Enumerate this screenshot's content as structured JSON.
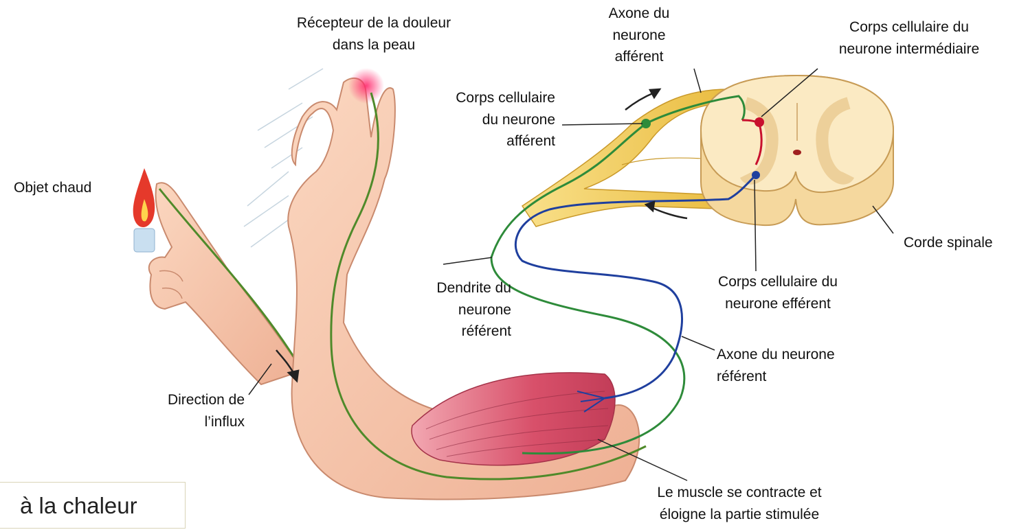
{
  "labels": {
    "pain_receptor": [
      "Récepteur de la douleur",
      "dans la peau"
    ],
    "afferent_axon": [
      "Axone du",
      "neurone",
      "afférent"
    ],
    "interneuron_body": [
      "Corps cellulaire du",
      "neurone intermédiaire"
    ],
    "afferent_body": [
      "Corps cellulaire",
      "du neurone",
      "afférent"
    ],
    "hot_object": [
      "Objet chaud"
    ],
    "spinal_cord": [
      "Corde spinale"
    ],
    "efferent_body": [
      "Corps cellulaire du",
      "neurone efférent"
    ],
    "dendrite": [
      "Dendrite du",
      "neurone",
      "référent"
    ],
    "axon_referent": [
      "Axone du neurone",
      "référent"
    ],
    "impulse_direction": [
      "Direction de",
      "l’influx"
    ],
    "muscle": [
      "Le muscle se contracte et",
      "éloigne la partie stimulée"
    ]
  },
  "caption": "à la chaleur",
  "colors": {
    "skin": "#f6c8ad",
    "skin_shadow": "#e9a889",
    "muscle": "#d9556b",
    "nerve_yellow": "#f3d46b",
    "afferent_green": "#2e8b3a",
    "efferent_blue": "#1f3f9e",
    "interneuron_red": "#c8102e",
    "cord_fill": "#fbe9bf",
    "cord_grey": "#f0cf8f",
    "flame": "#e5392b",
    "candle": "#bcd6ea"
  }
}
